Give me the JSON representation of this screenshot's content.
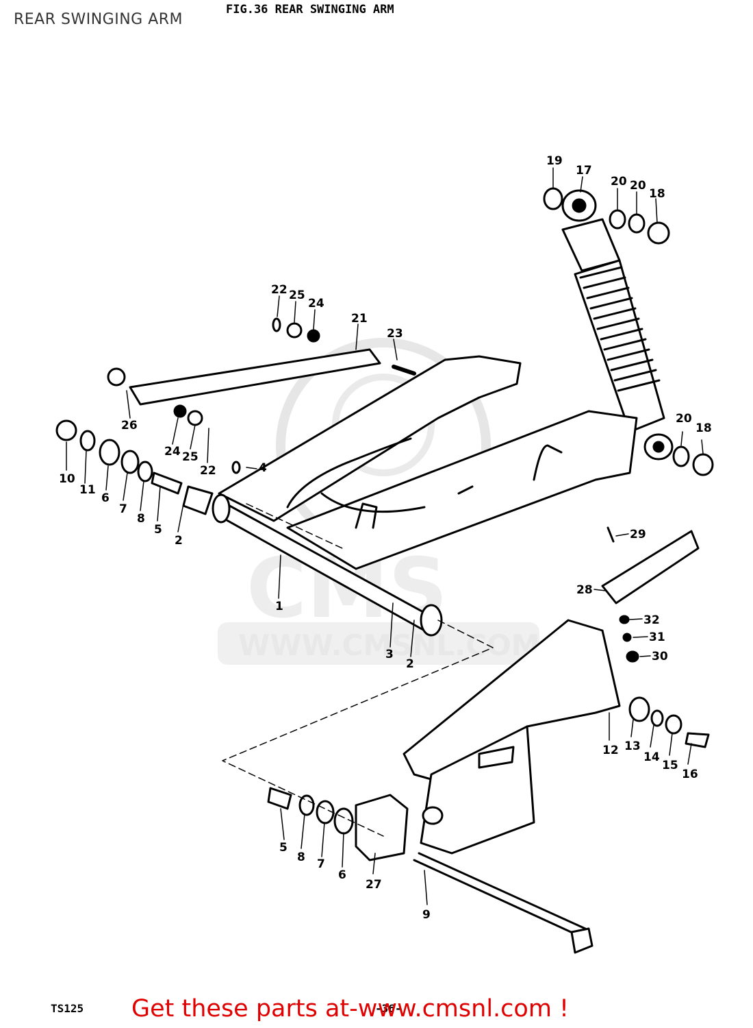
{
  "header": {
    "page_title": "REAR SWINGING ARM",
    "figure_title": "FIG.36  REAR SWINGING ARM"
  },
  "watermark": {
    "brand": "CMS",
    "url": "WWW.CMSNL.COM"
  },
  "callouts": [
    {
      "id": "c19a",
      "label": "19"
    },
    {
      "id": "c17",
      "label": "17"
    },
    {
      "id": "c20a",
      "label": "20"
    },
    {
      "id": "c20b",
      "label": "20"
    },
    {
      "id": "c18a",
      "label": "18"
    },
    {
      "id": "c22a",
      "label": "22"
    },
    {
      "id": "c25a",
      "label": "25"
    },
    {
      "id": "c24a",
      "label": "24"
    },
    {
      "id": "c21",
      "label": "21"
    },
    {
      "id": "c23",
      "label": "23"
    },
    {
      "id": "c26",
      "label": "26"
    },
    {
      "id": "c24b",
      "label": "24"
    },
    {
      "id": "c25b",
      "label": "25"
    },
    {
      "id": "c22b",
      "label": "22"
    },
    {
      "id": "c4",
      "label": "4"
    },
    {
      "id": "c10",
      "label": "10"
    },
    {
      "id": "c11",
      "label": "11"
    },
    {
      "id": "c6a",
      "label": "6"
    },
    {
      "id": "c7a",
      "label": "7"
    },
    {
      "id": "c8a",
      "label": "8"
    },
    {
      "id": "c5a",
      "label": "5"
    },
    {
      "id": "c2a",
      "label": "2"
    },
    {
      "id": "c1",
      "label": "1"
    },
    {
      "id": "c20c",
      "label": "20"
    },
    {
      "id": "c18b",
      "label": "18"
    },
    {
      "id": "c29",
      "label": "29"
    },
    {
      "id": "c28",
      "label": "28"
    },
    {
      "id": "c32",
      "label": "32"
    },
    {
      "id": "c31",
      "label": "31"
    },
    {
      "id": "c30",
      "label": "30"
    },
    {
      "id": "c3",
      "label": "3"
    },
    {
      "id": "c2b",
      "label": "2"
    },
    {
      "id": "c12",
      "label": "12"
    },
    {
      "id": "c13",
      "label": "13"
    },
    {
      "id": "c14",
      "label": "14"
    },
    {
      "id": "c15",
      "label": "15"
    },
    {
      "id": "c16",
      "label": "16"
    },
    {
      "id": "c5b",
      "label": "5"
    },
    {
      "id": "c8b",
      "label": "8"
    },
    {
      "id": "c7b",
      "label": "7"
    },
    {
      "id": "c6b",
      "label": "6"
    },
    {
      "id": "c27",
      "label": "27"
    },
    {
      "id": "c9",
      "label": "9"
    }
  ],
  "footer": {
    "model_code": "TS125",
    "page_number": "-36-",
    "promo_text": "Get these parts at-www.cmsnl.com !"
  },
  "colors": {
    "promo": "#e00000",
    "line_art": "#000000",
    "watermark": "#e6e6e6"
  }
}
